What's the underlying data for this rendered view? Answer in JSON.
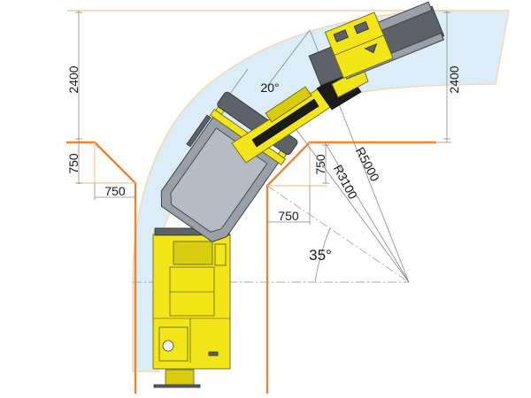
{
  "drawing": {
    "subject": "Drill rig turning radius diagram",
    "colors": {
      "wall": "#e8863a",
      "wall_reference": "#f3c89a",
      "sweep_area": "#dcedf7",
      "machine_yellow": "#f2e51a",
      "machine_grey": "#9aa0a8",
      "dimension_line": "#8a8a8a",
      "text": "#1a1a1a"
    },
    "dimensions": {
      "left_height": "2400",
      "right_height": "2400",
      "left_chamfer_vertical": "750",
      "left_chamfer_horizontal": "750",
      "right_chamfer_vertical": "750",
      "right_chamfer_horizontal": "750",
      "inner_radius": "R3100",
      "outer_radius": "R5000",
      "boom_angle": "20°",
      "turn_angle": "35°"
    }
  }
}
